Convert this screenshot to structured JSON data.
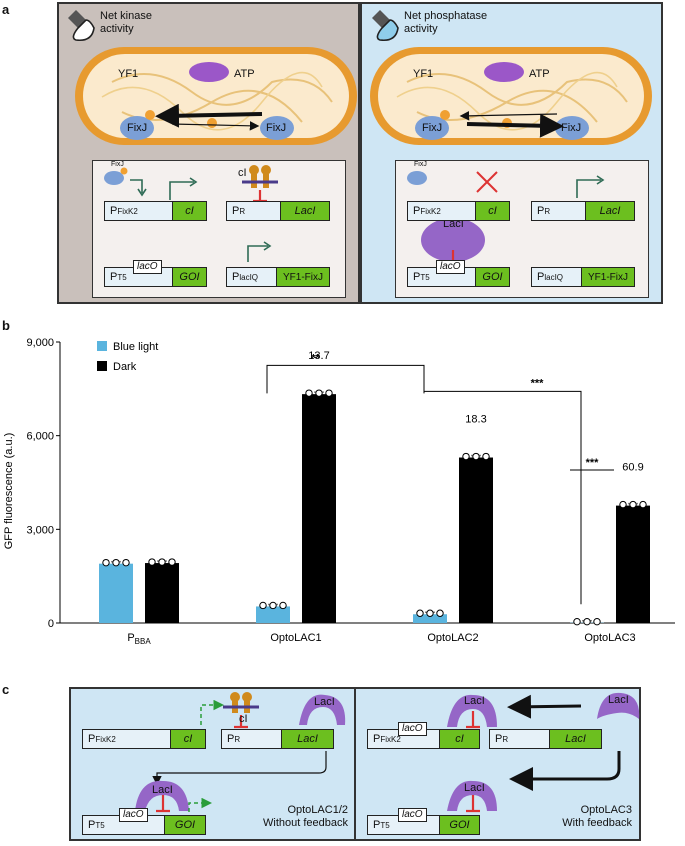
{
  "panels": {
    "a": "a",
    "b": "b",
    "c": "c"
  },
  "panel_a": {
    "left_title": "Net kinase activity",
    "right_title": "Net phosphatase activity",
    "yf1": "YF1",
    "atp": "ATP",
    "fixj": "FixJ",
    "p_mark": "P",
    "ci": "cI",
    "laci": "LacI",
    "genes": {
      "p": "P",
      "fixk2": "FixK2",
      "r": "R",
      "t5": "T5",
      "laciq": "lacIQ",
      "ci": "cI",
      "laci": "LacI",
      "laco": "lacO",
      "goi": "GOI",
      "yf1fixj": "YF1-FixJ"
    }
  },
  "chart_data": {
    "type": "bar",
    "categories": [
      "P_BBA",
      "OptoLAC1",
      "OptoLAC2",
      "OptoLAC3"
    ],
    "category_labels": [
      {
        "main": "P",
        "sub": "BBA"
      },
      {
        "main": "OptoLAC1",
        "sub": ""
      },
      {
        "main": "OptoLAC2",
        "sub": ""
      },
      {
        "main": "OptoLAC3",
        "sub": ""
      }
    ],
    "series": [
      {
        "name": "Blue light",
        "color": "#5ab4de",
        "values": [
          1900,
          530,
          280,
          10
        ]
      },
      {
        "name": "Dark",
        "color": "#000000",
        "values": [
          1920,
          7330,
          5300,
          3760
        ]
      }
    ],
    "ylabel": "GFP fluorescence (a.u.)",
    "ylim": [
      0,
      9000
    ],
    "yticks": [
      0,
      3000,
      6000,
      9000
    ],
    "ytick_labels": [
      "0",
      "3,000",
      "6,000",
      "9,000"
    ],
    "fold_labels": [
      "",
      "13.7",
      "18.3",
      "60.9"
    ],
    "significance": [
      "**",
      "***",
      "***"
    ],
    "legend_position": "top-left"
  },
  "panel_c": {
    "left_caption": "OptoLAC1/2",
    "left_caption2": "Without feedback",
    "right_caption": "OptoLAC3",
    "right_caption2": "With feedback"
  }
}
